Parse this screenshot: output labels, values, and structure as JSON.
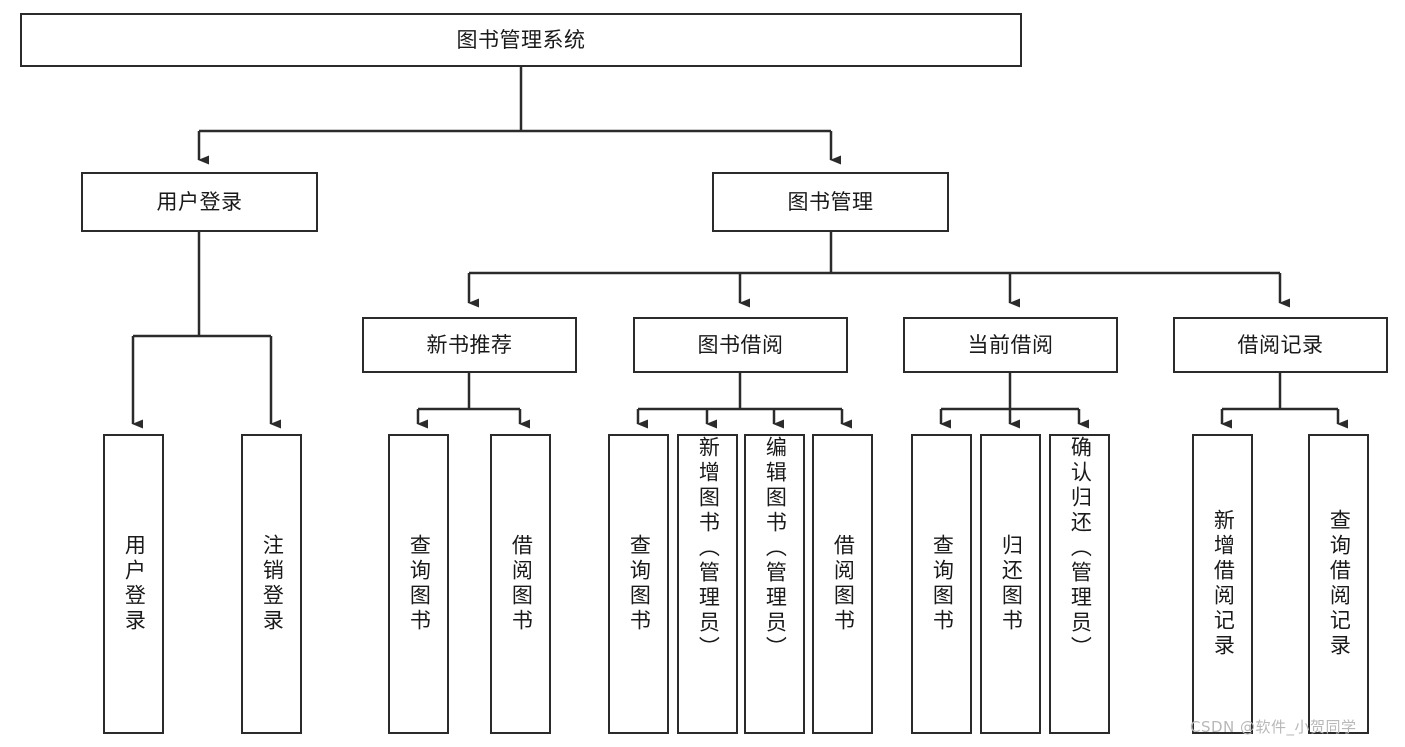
{
  "diagram": {
    "type": "tree",
    "title": "图书管理系统",
    "watermark": "CSDN @软件_小贺同学",
    "colors": {
      "stroke": "#2b2b2b",
      "fill": "#ffffff",
      "text": "#1a1a1a",
      "watermark": "#b8b8b8"
    },
    "root": {
      "id": "root",
      "label": "图书管理系统"
    },
    "level2": [
      {
        "id": "user-login",
        "label": "用户登录"
      },
      {
        "id": "book-manage",
        "label": "图书管理"
      }
    ],
    "level3": [
      {
        "id": "new-book-recommend",
        "label": "新书推荐",
        "parent": "book-manage"
      },
      {
        "id": "book-borrow",
        "label": "图书借阅",
        "parent": "book-manage"
      },
      {
        "id": "current-borrow",
        "label": "当前借阅",
        "parent": "book-manage"
      },
      {
        "id": "borrow-record",
        "label": "借阅记录",
        "parent": "book-manage"
      }
    ],
    "leaves": [
      {
        "id": "leaf-user-login",
        "label": "用户登录",
        "parent": "user-login"
      },
      {
        "id": "leaf-user-logout",
        "label": "注销登录",
        "parent": "user-login"
      },
      {
        "id": "leaf-query-book-1",
        "label": "查询图书",
        "parent": "new-book-recommend"
      },
      {
        "id": "leaf-borrow-book-1",
        "label": "借阅图书",
        "parent": "new-book-recommend"
      },
      {
        "id": "leaf-query-book-2",
        "label": "查询图书",
        "parent": "book-borrow"
      },
      {
        "id": "leaf-add-book",
        "label": "新增图书（管理员）",
        "parent": "book-borrow"
      },
      {
        "id": "leaf-edit-book",
        "label": "编辑图书（管理员）",
        "parent": "book-borrow"
      },
      {
        "id": "leaf-borrow-book-2",
        "label": "借阅图书",
        "parent": "book-borrow"
      },
      {
        "id": "leaf-query-book-3",
        "label": "查询图书",
        "parent": "current-borrow"
      },
      {
        "id": "leaf-return-book",
        "label": "归还图书",
        "parent": "current-borrow"
      },
      {
        "id": "leaf-confirm-return",
        "label": "确认归还（管理员）",
        "parent": "current-borrow"
      },
      {
        "id": "leaf-add-record",
        "label": "新增借阅记录",
        "parent": "borrow-record"
      },
      {
        "id": "leaf-query-record",
        "label": "查询借阅记录",
        "parent": "borrow-record"
      }
    ]
  }
}
